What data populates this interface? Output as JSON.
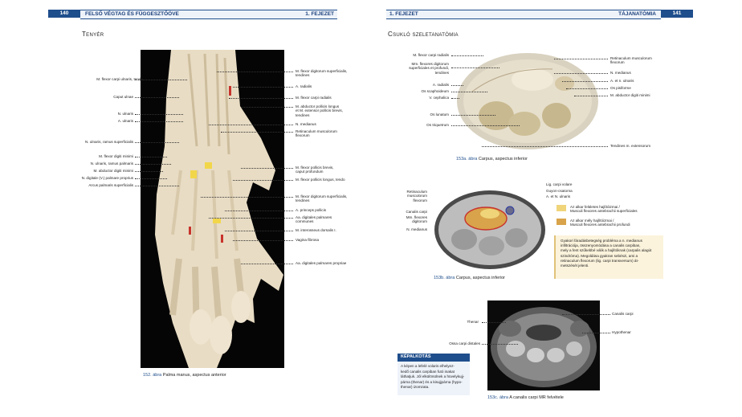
{
  "left_page": {
    "page_number": "140",
    "header_title": "FELSŐ VÉGTAG ÉS FÜGGESZTŐÖVE",
    "chapter": "1. FEJEZET",
    "section_title": "Tenyér",
    "labels_left": [
      "M. flexor carpi ulnaris, tendo",
      "Caput ulnae",
      "N. ulnaris",
      "A. ulnaris",
      "N. ulnaris, ramus superficialis",
      "M. flexor digiti minimi",
      "N. ulnaris, ramus palmaris",
      "M. abductor digiti minimi",
      "N. digitale (V.) palmare proprius",
      "Arcus palmaris superficialis"
    ],
    "labels_right": [
      "M. flexor digitorum superficialis,\ntendines",
      "A. radialis",
      "M. flexor carpi radialis",
      "M. abductor pollicis longus\net M. extensor pollicis brevis,\ntendines",
      "N. medianus",
      "Retinaculum musculorum\nflexorum",
      "M. flexor pollicis brevis,\ncaput profundum",
      "M. flexor pollicis longus, tendo",
      "M. flexor digitorum superficialis,\ntendines",
      "A. princeps pollicis",
      "Aa. digitales palmares\ncommunes",
      "M. interosseus dorsalis I.",
      "Vagina fibrosa",
      "Aa. digitales palmares propriae"
    ],
    "caption_num": "152. ábra",
    "caption_text": "Palma manus, aspectus anterior"
  },
  "right_page": {
    "page_number": "141",
    "header_title": "TÁJANATÓMIA",
    "chapter": "1. FEJEZET",
    "section_title": "Csukló szeletanatómia",
    "fig1": {
      "labels_left": [
        "M. flexor carpi radialis",
        "Mm. flexores digitorum\nsuperficiales et profundi,\ntendines",
        "A. radialis",
        "Os scaphoideum",
        "V. cephalica",
        "Os lunatum",
        "Os triquetrum"
      ],
      "labels_right": [
        "Retinaculum musculorum\nflexorum",
        "N. medianus",
        "A. et n. ulnaris",
        "Os pisiforme",
        "M. abductor digiti minimi",
        "Tendines m. extensorum"
      ],
      "caption_num": "153a. ábra",
      "caption_text": "Carpus, aspectus inferior"
    },
    "fig2": {
      "labels_left": [
        "Retinaculum\nmusculorum\nflexorum",
        "Canalis carpi",
        "Mm. flexores\ndigitorum",
        "N. medianus"
      ],
      "labels_right": [
        "Lig. carpi volare",
        "Guyon-csatorna",
        "A. et N. ulnaris"
      ],
      "legend": [
        {
          "text": "Az alkar felületes hajlítóizmai /\nMusculi flexores antebrachii superficiales",
          "color": "#f0d47a"
        },
        {
          "text": "Az alkar mély hajlítóizmai /\nMusculi flexores antebrachii profundi",
          "color": "#d8a34a"
        }
      ],
      "caption_num": "153b. ábra",
      "caption_text": "Carpus, aspectus inferior"
    },
    "info_box": "Gyakori fáradásbetegség probléma a n. medianus\ninfiltrációja, összenyomódása a canalis carpiban,\nmely a fent szűkebbé válik a hajlítóknak (carpalis alagút\nszindróma). Megoldása gyakran sebészi, ami a\nretinaculum flexorum (lig. carpi transversum) át-\nmetszését jelenti.",
    "imaging": {
      "box_title": "KÉPALKOTÁS",
      "box_text": "A képen a lefelé volaris elhelyez-\nkedő canalis carpiban futó inakat\nláthatjuk. Jól elkülönülnek a hüvelykujj-\npárna (thenar) és a kisujjpárna (hypo-\nthenar) izomzata.",
      "labels": [
        "Thenar",
        "Ossa carpi distales",
        "Canalis carpi",
        "Hypothenar"
      ],
      "caption_num": "153c. ábra",
      "caption_text": "A canalis carpi MR felvétele"
    }
  },
  "colors": {
    "accent": "#1f4e8c",
    "header_bg": "#eef3fa",
    "info_bg": "#fbf3dc"
  }
}
